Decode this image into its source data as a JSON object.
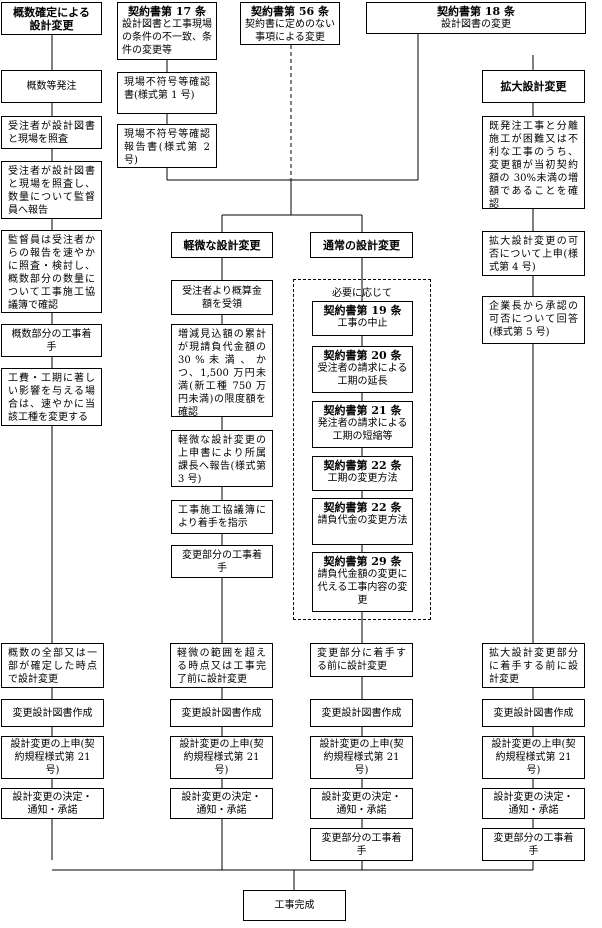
{
  "top": {
    "approx": "概数確定による設計変更",
    "art17_title": "契約書第 17 条",
    "art17_desc": "設計図書と工事現場の条件の不一致、条件の変更等",
    "art56_title": "契約書第 56 条",
    "art56_desc": "契約書に定めのない事項による変更",
    "art18_title": "契約書第 18 条",
    "art18_desc": "設計図書の変更"
  },
  "col1": [
    "概数等発注",
    "受注者が設計図書と現場を照査",
    "受注者が設計図書と現場を照査し、数量について監督員へ報告",
    "監督員は受注者からの報告を速やかに照査・検討し、概数部分の数量について工事施工協議簿で確認",
    "概数部分の工事着手",
    "工費・工期に著しい影響を与える場合は、速やかに当該工種を変更する"
  ],
  "col2": [
    "現場不符号等確認書(様式第 1 号)",
    "現場不符号等確認報告書(様式第 2 号)"
  ],
  "minor": {
    "heading": "軽微な設計変更",
    "items": [
      "受注者より概算金額を受領",
      "増減見込額の累計が現請負代金額の 30 % 未 満 、 か つ、1,500 万円未満(新工種 750 万円未満)の限度額を確認",
      "軽微な設計変更の上申書により所属課長へ報告(様式第 3 号)",
      "工事施工協議簿により着手を指示",
      "変更部分の工事着手"
    ]
  },
  "normal": {
    "heading": "通常の設計変更",
    "group_label": "必要に応じて",
    "items": [
      {
        "title": "契約書第 19 条",
        "desc": "工事の中止"
      },
      {
        "title": "契約書第 20 条",
        "desc": "受注者の請求による工期の延長"
      },
      {
        "title": "契約書第 21 条",
        "desc": "発注者の請求による工期の短縮等"
      },
      {
        "title": "契約書第 22 条",
        "desc": "工期の変更方法"
      },
      {
        "title": "契約書第 22 条",
        "desc": "請負代金の変更方法"
      },
      {
        "title": "契約書第 29 条",
        "desc": "請負代金額の変更に代える工事内容の変更"
      }
    ]
  },
  "expand": {
    "heading": "拡大設計変更",
    "items": [
      "既発注工事と分離施工が困難又は不利な工事のうち、変更額が当初契約額の 30%未満の増額であることを確認",
      "拡大設計変更の可否について上申(様式第 4 号)",
      "企業長から承認の可否について回答(様式第 5 号)"
    ]
  },
  "bottom": {
    "col1_start": "概数の全部又は一部が確定した時点で設計変更",
    "col2_start": "軽微の範囲を超える時点又は工事完了前に設計変更",
    "col3_start": "変更部分に着手する前に設計変更",
    "col4_start": "拡大設計変更部分に着手する前に設計変更",
    "create": "変更設計図書作成",
    "submit": "設計変更の上申(契約規程様式第 21 号)",
    "decide": "設計変更の決定・通知・承諾",
    "start_work": "変更部分の工事着手",
    "complete": "工事完成"
  }
}
